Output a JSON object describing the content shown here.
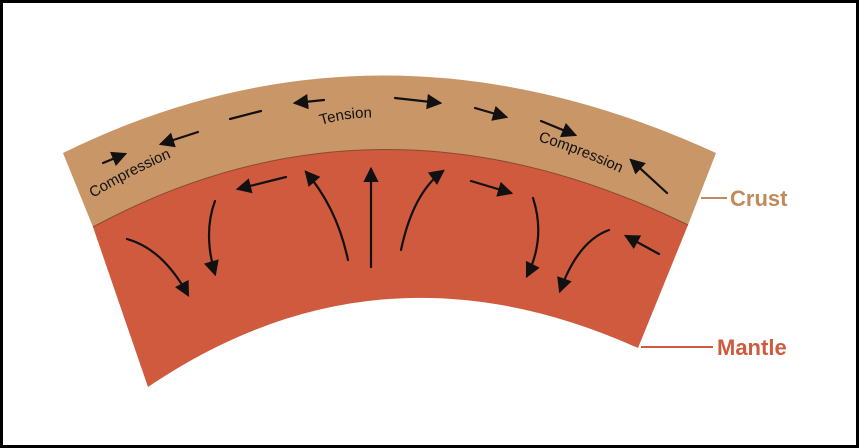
{
  "labels": {
    "tension": "Tension",
    "compression_left": "Compression",
    "compression_right": "Compression",
    "crust": "Crust",
    "mantle": "Mantle"
  },
  "colors": {
    "crust": "#C99667",
    "mantle": "#CF5A3E",
    "crust_label": "#C08A5A",
    "mantle_label": "#D05A3F",
    "arrows": "#111111",
    "border": "#000000"
  }
}
